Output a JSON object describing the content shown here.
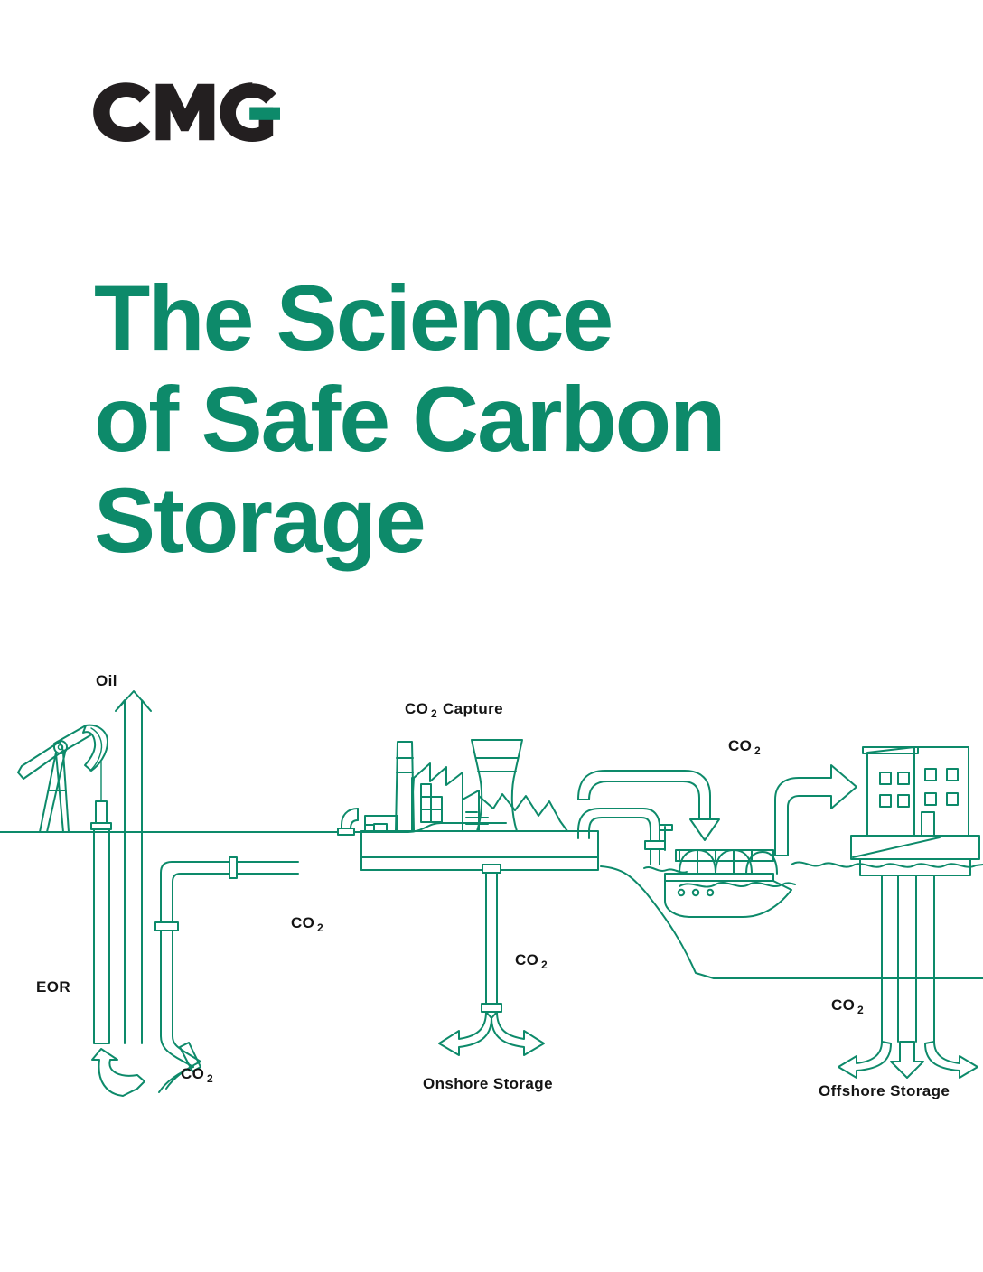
{
  "page": {
    "background_color": "#ffffff",
    "brand_green": "#0d8a6a",
    "logo_dark": "#231f20"
  },
  "logo": {
    "name": "CMG",
    "letters": [
      "C",
      "M",
      "G"
    ],
    "accent_color": "#0d8a6a",
    "text_color": "#231f20"
  },
  "cover": {
    "title": "The Science\nof Safe Carbon\nStorage",
    "title_lines": [
      "The Science",
      "of Safe Carbon",
      "Storage"
    ],
    "title_color": "#0d8a6a"
  },
  "diagram": {
    "name": "carbon-capture-and-storage-flow-diagram",
    "line_color": "#0d8a6a",
    "label_color": "#141414",
    "labels": {
      "oil": "Oil",
      "eor": "EOR",
      "co2_capture_main": "CO",
      "co2_capture_sub": "2",
      "co2_capture_word": "Capture",
      "co2_pipeline": "CO",
      "co2_pipeline_sub": "2",
      "co2_eor": "CO",
      "co2_eor_sub": "2",
      "co2_onshore": "CO",
      "co2_onshore_sub": "2",
      "co2_ship": "CO",
      "co2_ship_sub": "2",
      "co2_offshore": "CO",
      "co2_offshore_sub": "2",
      "onshore_storage": "Onshore Storage",
      "offshore_storage": "Offshore Storage"
    },
    "elements": [
      "pumpjack",
      "oil-well",
      "oil-arrow-up",
      "eor-injection-well",
      "co2-pipeline",
      "industrial-plant",
      "smokestack",
      "cooling-tower",
      "onshore-injection-well",
      "co2-carrier-ship",
      "offshore-platform",
      "offshore-injection-well",
      "ground-line",
      "sea-surface-waves",
      "seabed-slope"
    ]
  }
}
